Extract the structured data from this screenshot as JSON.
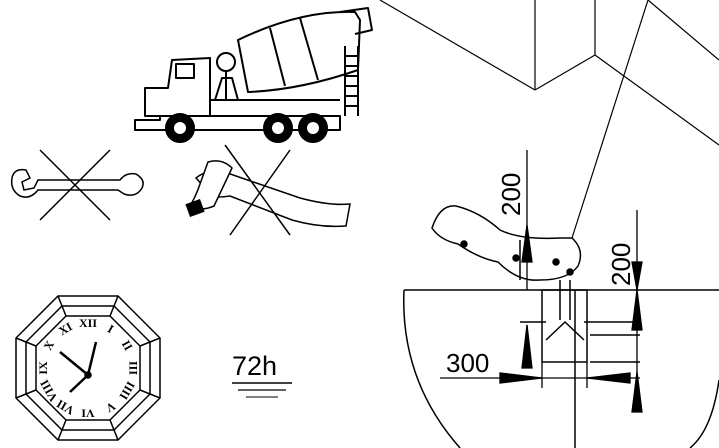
{
  "dimensions": {
    "vertical_left": "200",
    "vertical_right": "200",
    "horizontal": "300"
  },
  "curing_time": "72h",
  "clock": {
    "numerals": [
      "XII",
      "I",
      "II",
      "III",
      "IIII",
      "V",
      "VI",
      "VII",
      "VIII",
      "IX",
      "X",
      "XI"
    ]
  },
  "colors": {
    "line": "#000000",
    "background": "#ffffff"
  }
}
